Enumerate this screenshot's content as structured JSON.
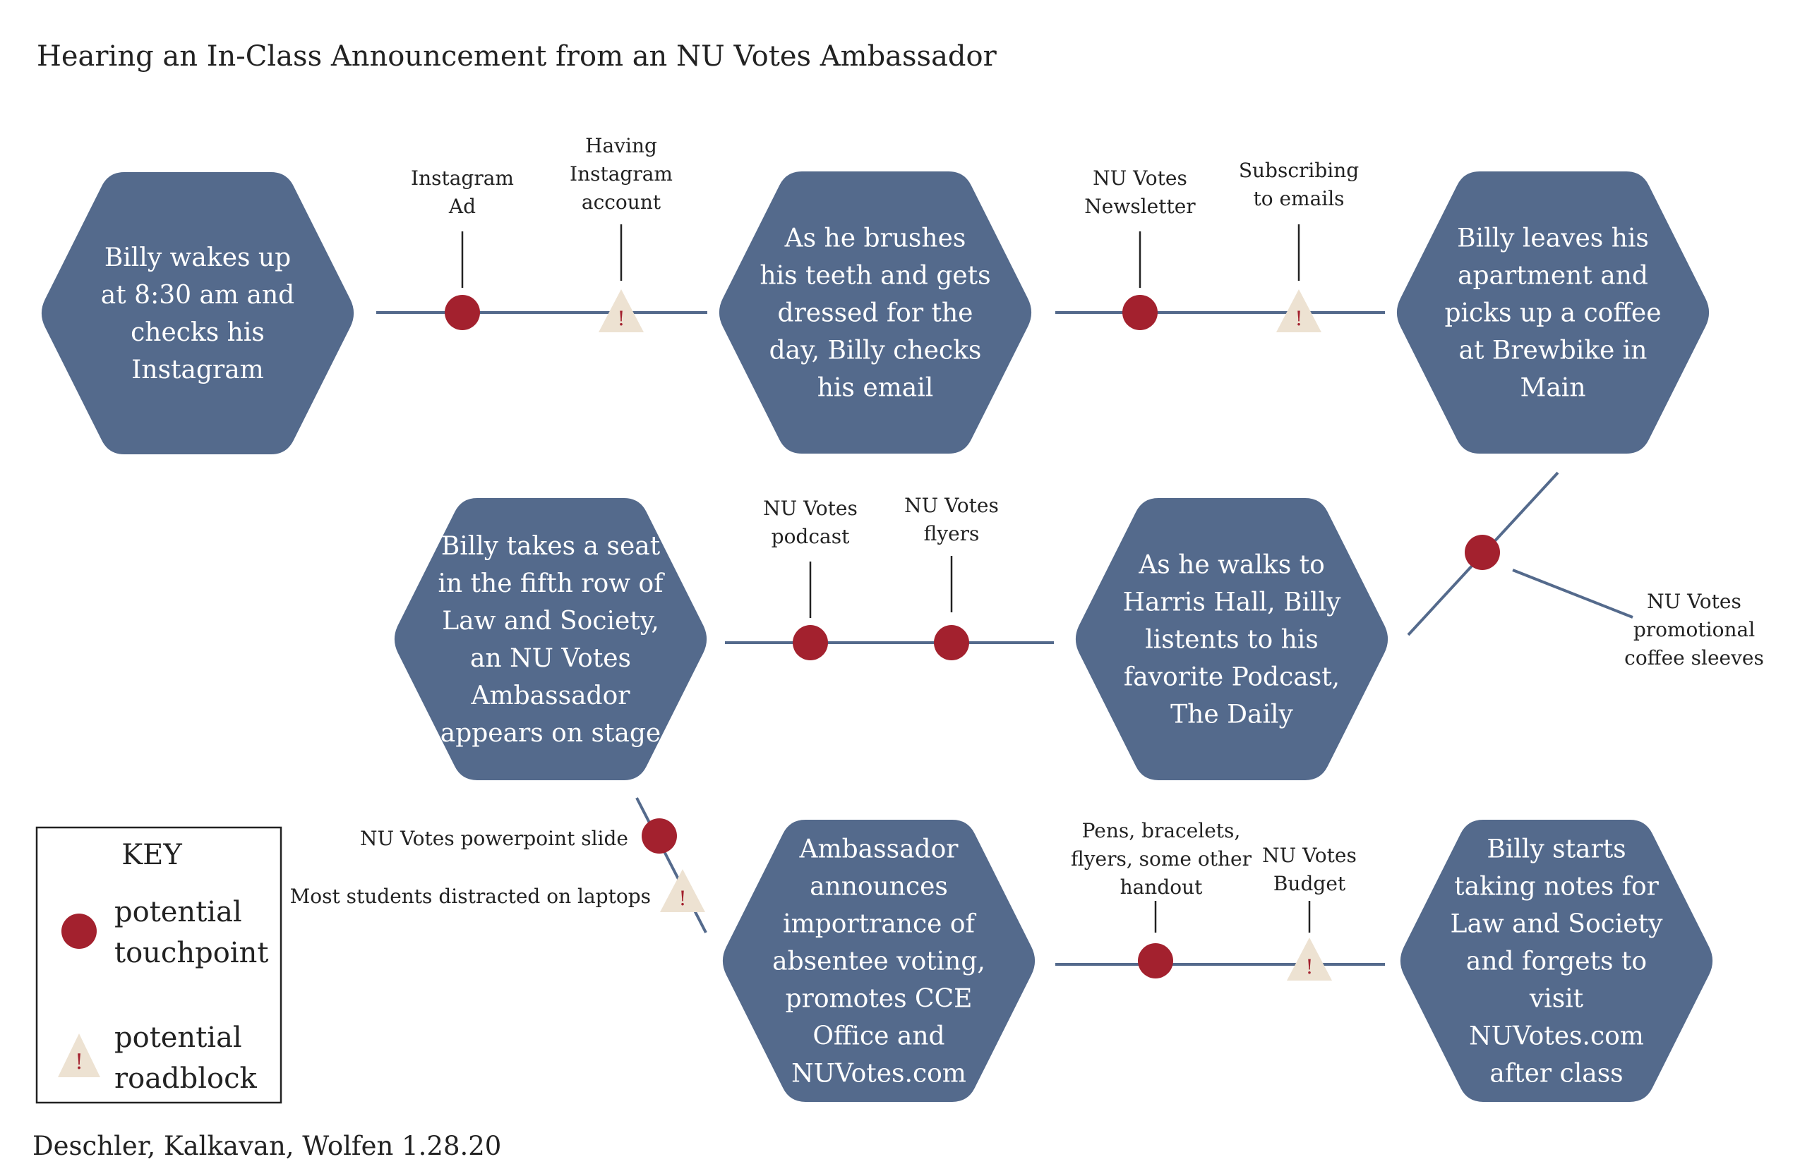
{
  "title": "Hearing an In-Class Announcement from an NU Votes Ambassador",
  "footer": "Deschler, Kalkavan, Wolfen 1.28.20",
  "colors": {
    "hexagon": "#546a8c",
    "line": "#546a8c",
    "touchpoint": "#a3212e",
    "roadblock": "#ede2d2",
    "roadblock_mark": "#a3212e"
  },
  "steps": [
    {
      "id": "step1",
      "lines": [
        "Billy wakes up",
        "at 8:30 am and",
        "checks his",
        "Instagram"
      ]
    },
    {
      "id": "step2",
      "lines": [
        "As he brushes",
        "his teeth and gets",
        "dressed for the",
        "day, Billy checks",
        "his email"
      ]
    },
    {
      "id": "step3",
      "lines": [
        "Billy leaves his",
        "apartment and",
        "picks up a coffee",
        "at Brewbike in",
        "Main"
      ]
    },
    {
      "id": "step4",
      "lines": [
        "As he walks to",
        "Harris Hall, Billy",
        "listents to his",
        "favorite Podcast,",
        "The Daily"
      ]
    },
    {
      "id": "step5",
      "lines": [
        "Billy takes a seat",
        "in the fifth row of",
        "Law and Society,",
        "an NU Votes",
        "Ambassador",
        "appears on stage"
      ]
    },
    {
      "id": "step6",
      "lines": [
        "Ambassador",
        "announces",
        "importrance of",
        "absentee voting,",
        "promotes CCE",
        "Office and",
        "NUVotes.com"
      ]
    },
    {
      "id": "step7",
      "lines": [
        "Billy starts",
        "taking notes for",
        "Law and Society",
        "and forgets to",
        "visit",
        "NUVotes.com",
        "after class"
      ]
    }
  ],
  "markers": [
    {
      "id": "m1",
      "type": "touchpoint",
      "lines": [
        "Instagram",
        "Ad"
      ]
    },
    {
      "id": "m2",
      "type": "roadblock",
      "lines": [
        "Having",
        "Instagram",
        "account"
      ]
    },
    {
      "id": "m3",
      "type": "touchpoint",
      "lines": [
        "NU Votes",
        "Newsletter"
      ]
    },
    {
      "id": "m4",
      "type": "roadblock",
      "lines": [
        "Subscribing",
        "to emails"
      ]
    },
    {
      "id": "m5",
      "type": "touchpoint",
      "lines": [
        "NU Votes",
        "promotional",
        "coffee sleeves"
      ]
    },
    {
      "id": "m6",
      "type": "touchpoint",
      "lines": [
        "NU Votes",
        "flyers"
      ]
    },
    {
      "id": "m7",
      "type": "touchpoint",
      "lines": [
        "NU Votes",
        "podcast"
      ]
    },
    {
      "id": "m8",
      "type": "touchpoint",
      "lines": [
        "NU Votes powerpoint slide"
      ]
    },
    {
      "id": "m9",
      "type": "roadblock",
      "lines": [
        "Most students distracted on laptops"
      ]
    },
    {
      "id": "m10",
      "type": "touchpoint",
      "lines": [
        "Pens, bracelets,",
        "flyers, some other",
        "handout"
      ]
    },
    {
      "id": "m11",
      "type": "roadblock",
      "lines": [
        "NU Votes",
        "Budget"
      ]
    }
  ],
  "key": {
    "title": "KEY",
    "touchpoint_lines": [
      "potential",
      "touchpoint"
    ],
    "roadblock_lines": [
      "potential",
      "roadblock"
    ]
  },
  "roadblock_symbol": "!"
}
